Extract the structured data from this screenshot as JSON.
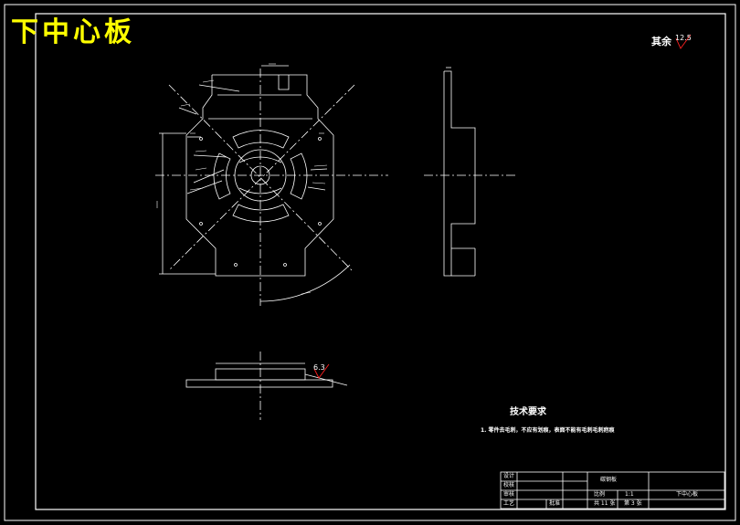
{
  "drawing": {
    "title": "下中心板",
    "roughness_label": "其余",
    "roughness_value": "12.5",
    "bottom_roughness_value": "6.3",
    "tech_title": "技术要求",
    "tech_line": "1. 零件去毛刺，不应有划痕，表面不能有毛刺毛刺疤痕",
    "title_block": {
      "row_labels": [
        "设计",
        "校核",
        "审核",
        "工艺"
      ],
      "approve_label": "批准",
      "material": "碳钢板",
      "scale_label": "比例",
      "scale_value": "1:1",
      "part_name": "下中心板",
      "sheets": "共 11 张",
      "sheet_no": "第 3 张"
    }
  },
  "colors": {
    "background": "#000000",
    "lines": "#ffffff",
    "title": "#ffff00",
    "roughness_mark": "#ff2020"
  }
}
